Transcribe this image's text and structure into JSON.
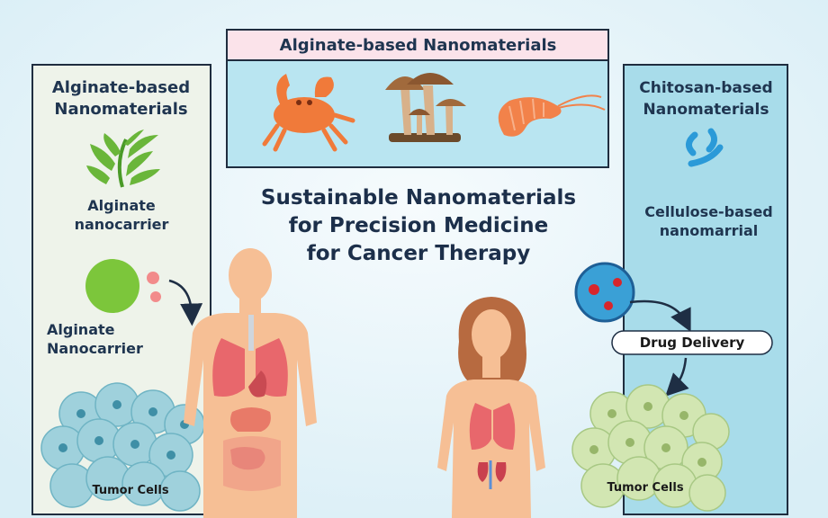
{
  "colors": {
    "background": "#eaf6fb",
    "left_panel": "#eef3ea",
    "right_panel": "#a8dcea",
    "top_banner_header": "#fbe3ea",
    "top_banner_body": "#b9e5f1",
    "alginate_sphere": "#7cc63b",
    "tumor_blue": "#9fd1dc",
    "tumor_green": "#d2e6b2",
    "skin": "#f6bf95",
    "organ": "#e8676c",
    "crab": "#f07a3a",
    "mushroom": "#a16a3c",
    "chitosan_icon": "#2b9ad8"
  },
  "icons": [
    "crab-icon",
    "mushroom-icon",
    "shrimp-icon",
    "seaweed-icon",
    "alginate-sphere-icon",
    "chitosan-icon",
    "nanoparticle-icon",
    "tumor-cells-icon",
    "male-body-icon",
    "female-body-icon"
  ],
  "top_banner": {
    "title": "Alginate-based Nanomaterials"
  },
  "main_title": {
    "line1": "Sustainable Nanomaterials",
    "line2": "for Precision Medicine",
    "line3": "for Cancer Therapy"
  },
  "left_panel": {
    "heading_line1": "Alginate-based",
    "heading_line2": "Nanomaterials",
    "label1_line1": "Alginate",
    "label1_line2": "nanocarrier",
    "label2_line1": "Alginate",
    "label2_line2": "Nanocarrier",
    "tumor_label": "Tumor Cells"
  },
  "right_panel": {
    "heading_line1": "Chitosan-based",
    "heading_line2": "Nanomaterials",
    "label_line1": "Cellulose-based",
    "label_line2": "nanomarrial",
    "pill_label": "Drug Delivery",
    "tumor_label": "Tumor Cells"
  }
}
